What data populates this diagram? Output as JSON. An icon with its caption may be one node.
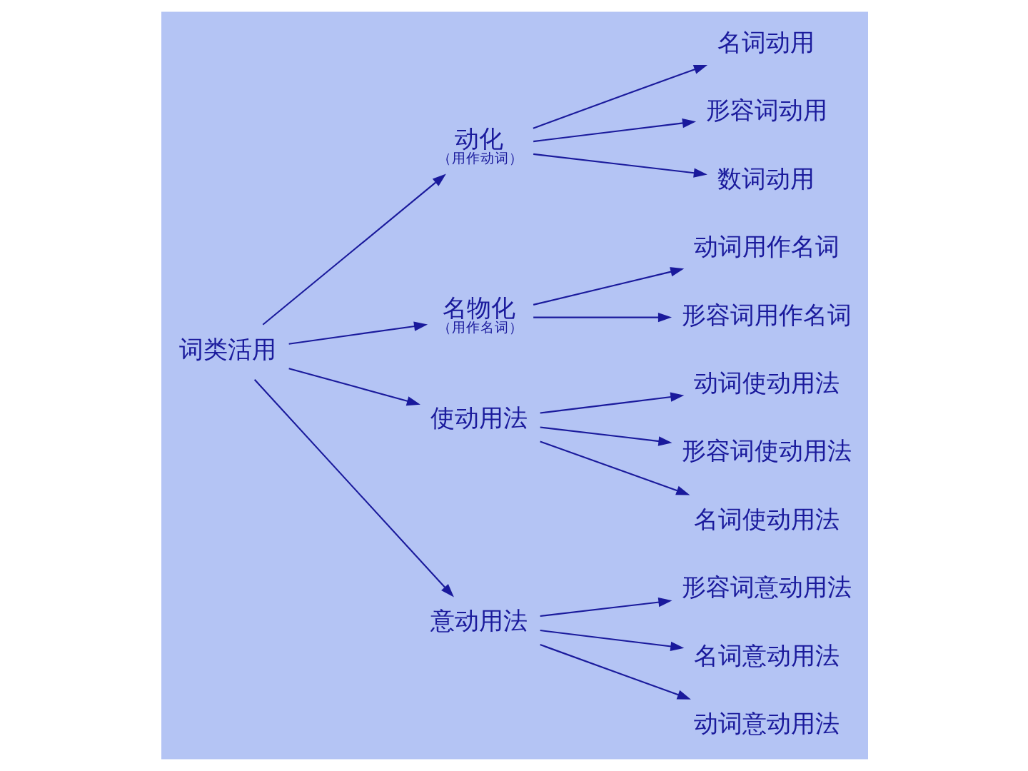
{
  "diagram": {
    "nodes": [
      {
        "text": [
          "词类活用"
        ]
      },
      {
        "text": [
          "动化",
          "（用作动词）"
        ]
      },
      {
        "text": [
          "名物化",
          "（用作名词）"
        ]
      },
      {
        "text": [
          "使动用法"
        ]
      },
      {
        "text": [
          "意动用法"
        ]
      },
      {
        "text": [
          "名词动用"
        ]
      },
      {
        "text": [
          "形容词动用"
        ]
      },
      {
        "text": [
          "数词动用"
        ]
      },
      {
        "text": [
          "动词用作名词"
        ]
      },
      {
        "text": [
          "形容词用作名词"
        ]
      },
      {
        "text": [
          "动词使动用法"
        ]
      },
      {
        "text": [
          "形容词使动用法"
        ]
      },
      {
        "text": [
          "名词使动用法"
        ]
      },
      {
        "text": [
          "形容词意动用法"
        ]
      },
      {
        "text": [
          "名词意动用法"
        ]
      },
      {
        "text": [
          "动词意动用法"
        ]
      }
    ],
    "edges": [
      {
        "from": 0,
        "to": 1,
        "arrow": "to"
      },
      {
        "from": 0,
        "to": 2,
        "arrow": "to"
      },
      {
        "from": 0,
        "to": 3,
        "arrow": "to"
      },
      {
        "from": 0,
        "to": 4,
        "arrow": "to"
      },
      {
        "from": 1,
        "to": 5,
        "arrow": "to"
      },
      {
        "from": 1,
        "to": 6,
        "arrow": "to"
      },
      {
        "from": 1,
        "to": 7,
        "arrow": "to"
      },
      {
        "from": 2,
        "to": 8,
        "arrow": "to"
      },
      {
        "from": 2,
        "to": 9,
        "arrow": "to"
      },
      {
        "from": 3,
        "to": 10,
        "arrow": "to"
      },
      {
        "from": 3,
        "to": 11,
        "arrow": "to"
      },
      {
        "from": 3,
        "to": 12,
        "arrow": "to"
      },
      {
        "from": 4,
        "to": 13,
        "arrow": "to"
      },
      {
        "from": 4,
        "to": 14,
        "arrow": "to"
      },
      {
        "from": 4,
        "to": 15,
        "arrow": "to"
      }
    ]
  }
}
